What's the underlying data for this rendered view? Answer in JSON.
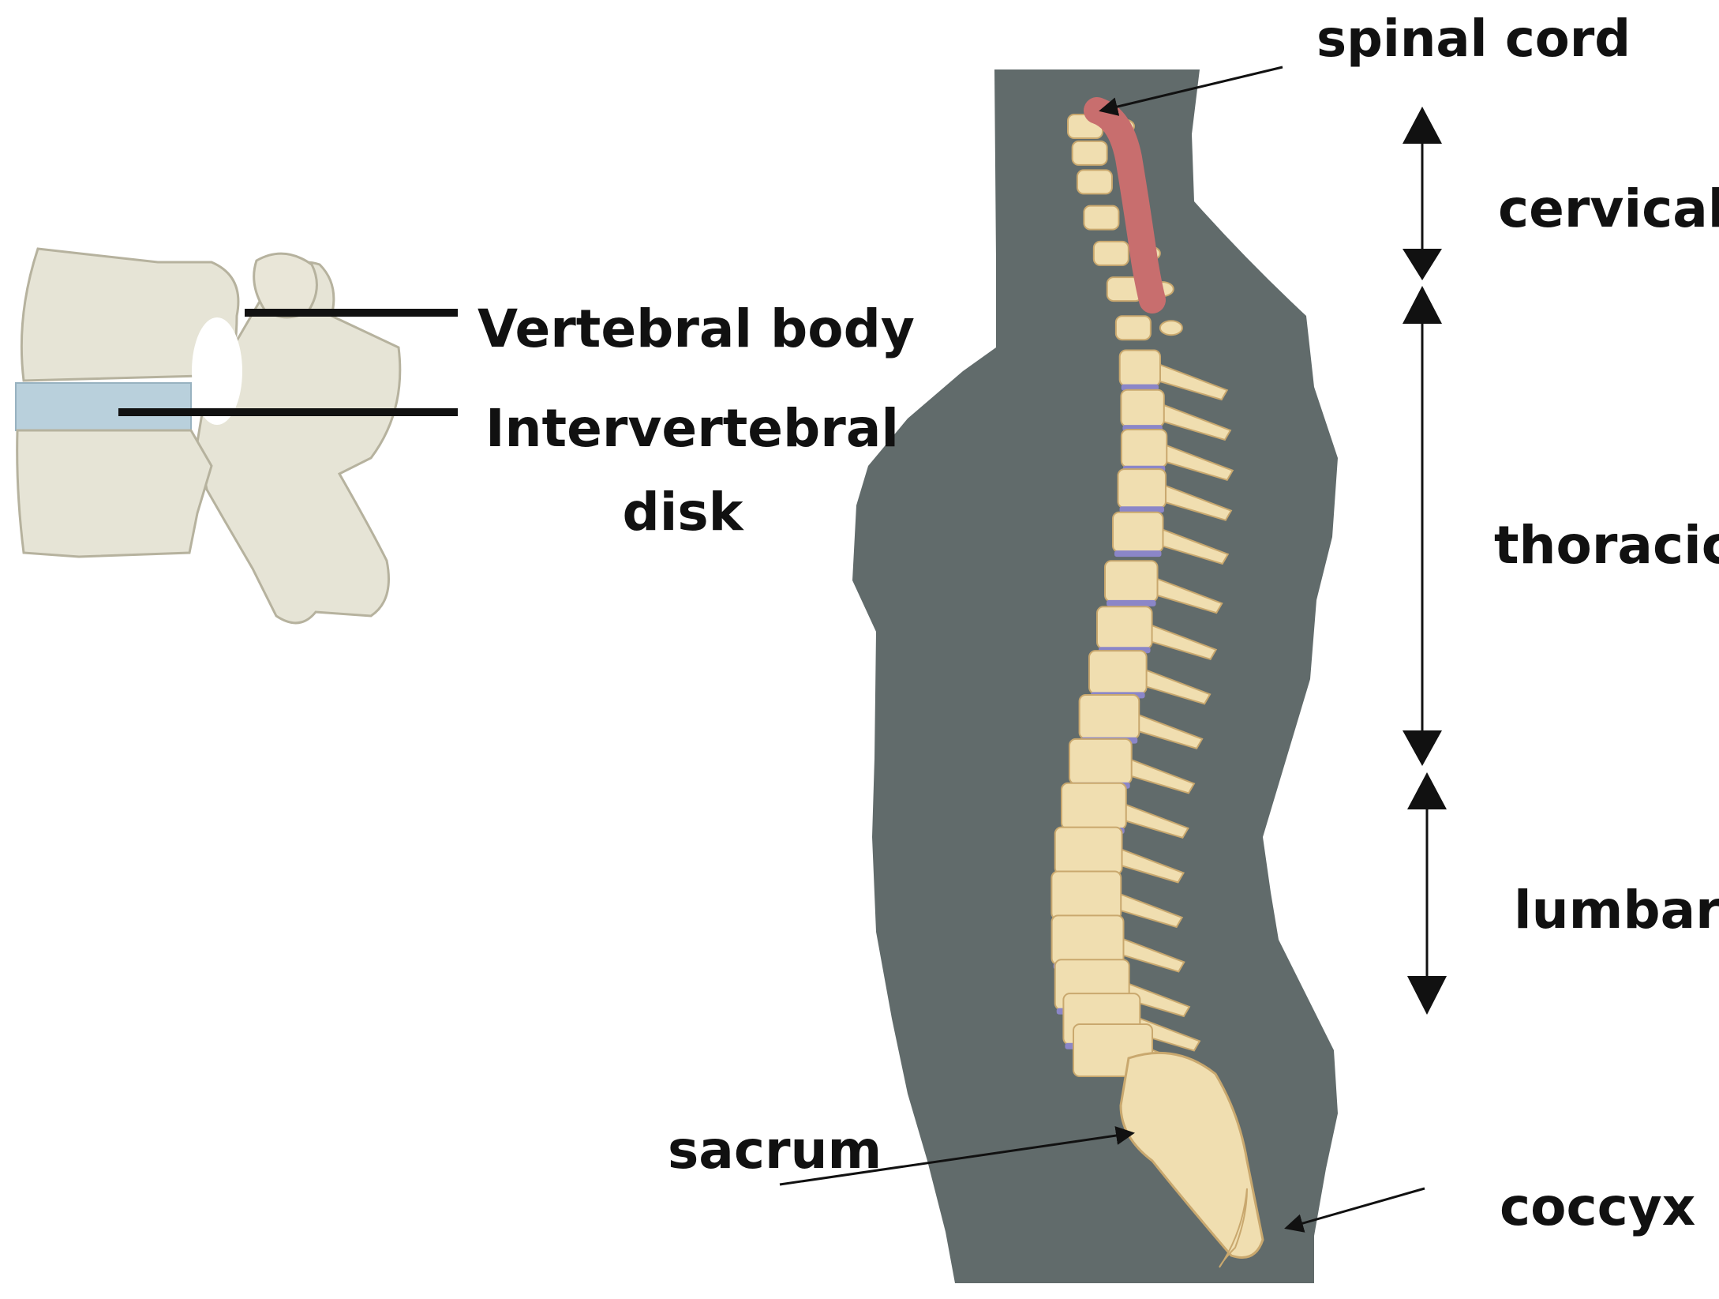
{
  "labels": {
    "spinal_cord": "spinal cord",
    "cervical": "cervical",
    "thoracic": "thoracic",
    "lumbar": "lumbar",
    "sacrum": "sacrum",
    "coccyx": "coccyx",
    "vertebral_body": "Vertebral body",
    "intervertebral_line1": "Intervertebral",
    "intervertebral_line2": "disk"
  },
  "colors": {
    "silhouette": "#616b6b",
    "bone": "#f0deb0",
    "bone_shadow": "#c9a86e",
    "disk": "#8b86c8",
    "spinal_cord": "#c86e6e",
    "inset_bone": "#e6e4d6",
    "inset_disk": "#b9d0dc",
    "ink": "#111111"
  }
}
